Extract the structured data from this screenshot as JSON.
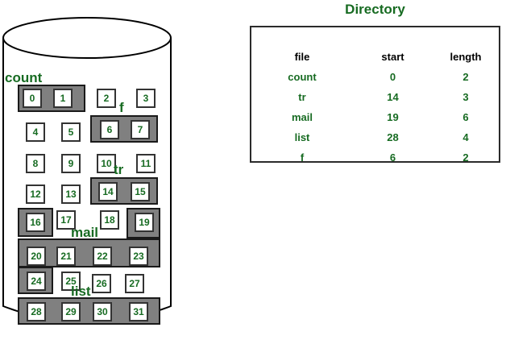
{
  "disk": {
    "label": "disk-cylinder",
    "total_blocks": 32,
    "blocks": [
      {
        "id": 0,
        "label": "0"
      },
      {
        "id": 1,
        "label": "1"
      },
      {
        "id": 2,
        "label": "2"
      },
      {
        "id": 3,
        "label": "3"
      },
      {
        "id": 4,
        "label": "4"
      },
      {
        "id": 5,
        "label": "5"
      },
      {
        "id": 6,
        "label": "6"
      },
      {
        "id": 7,
        "label": "7"
      },
      {
        "id": 8,
        "label": "8"
      },
      {
        "id": 9,
        "label": "9"
      },
      {
        "id": 10,
        "label": "10"
      },
      {
        "id": 11,
        "label": "11"
      },
      {
        "id": 12,
        "label": "12"
      },
      {
        "id": 13,
        "label": "13"
      },
      {
        "id": 14,
        "label": "14"
      },
      {
        "id": 15,
        "label": "15"
      },
      {
        "id": 16,
        "label": "16"
      },
      {
        "id": 17,
        "label": "17"
      },
      {
        "id": 18,
        "label": "18"
      },
      {
        "id": 19,
        "label": "19"
      },
      {
        "id": 20,
        "label": "20"
      },
      {
        "id": 21,
        "label": "21"
      },
      {
        "id": 22,
        "label": "22"
      },
      {
        "id": 23,
        "label": "23"
      },
      {
        "id": 24,
        "label": "24"
      },
      {
        "id": 25,
        "label": "25"
      },
      {
        "id": 26,
        "label": "26"
      },
      {
        "id": 27,
        "label": "27"
      },
      {
        "id": 28,
        "label": "28"
      },
      {
        "id": 29,
        "label": "29"
      },
      {
        "id": 30,
        "label": "30"
      },
      {
        "id": 31,
        "label": "31"
      }
    ],
    "file_labels": [
      {
        "name": "count",
        "text": "count"
      },
      {
        "name": "f",
        "text": "f"
      },
      {
        "name": "tr",
        "text": "tr"
      },
      {
        "name": "mail",
        "text": "mail"
      },
      {
        "name": "list",
        "text": "list"
      }
    ],
    "allocated_runs": [
      {
        "file": "count",
        "blocks": [
          0,
          1
        ]
      },
      {
        "file": "f",
        "blocks": [
          6,
          7
        ]
      },
      {
        "file": "tr",
        "blocks": [
          14,
          15,
          16
        ]
      },
      {
        "file": "mail",
        "blocks": [
          19,
          20,
          21,
          22,
          23,
          24
        ]
      },
      {
        "file": "list",
        "blocks": [
          28,
          29,
          30,
          31
        ]
      }
    ],
    "free_blocks": [
      2,
      3,
      4,
      5,
      8,
      9,
      10,
      11,
      12,
      13,
      17,
      18,
      25,
      26,
      27
    ]
  },
  "directory": {
    "title": "Directory",
    "columns": [
      "file",
      "start",
      "length"
    ],
    "rows": [
      {
        "file": "count",
        "start": "0",
        "length": "2"
      },
      {
        "file": "tr",
        "start": "14",
        "length": "3"
      },
      {
        "file": "mail",
        "start": "19",
        "length": "6"
      },
      {
        "file": "list",
        "start": "28",
        "length": "4"
      },
      {
        "file": "f",
        "start": "6",
        "length": "2"
      }
    ]
  },
  "colors": {
    "text_green": "#176b22",
    "header_black": "#000000",
    "highlight_gray": "#808080",
    "outline": "#1a1a1a",
    "background": "#ffffff"
  }
}
